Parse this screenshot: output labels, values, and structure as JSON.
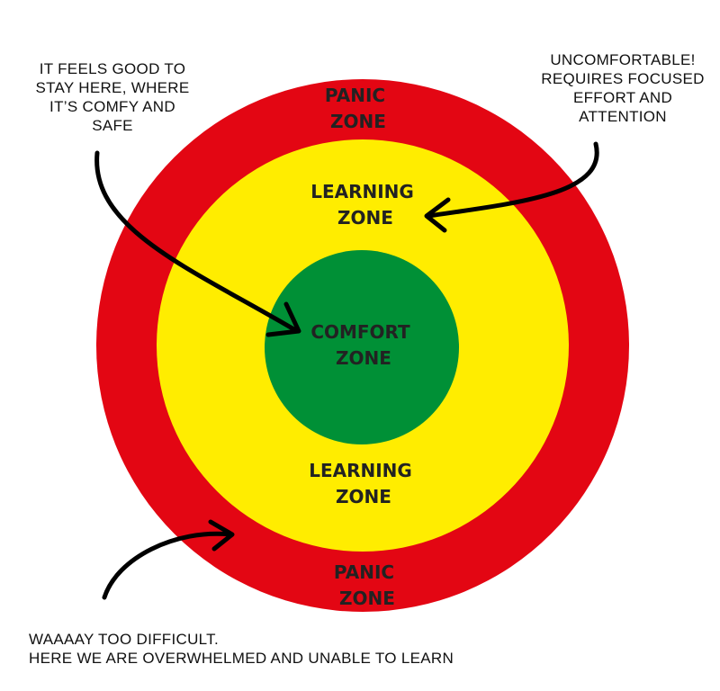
{
  "colors": {
    "panic": "#e30613",
    "learning": "#ffed00",
    "comfort": "#009036",
    "arrow": "#000000"
  },
  "zones": {
    "panic_top": [
      "PANIC",
      "ZONE"
    ],
    "learning_top": [
      "LEARNING",
      "ZONE"
    ],
    "comfort": [
      "COMFORT",
      "ZONE"
    ],
    "learning_bottom": [
      "LEARNING",
      "ZONE"
    ],
    "panic_bottom": [
      "PANIC",
      "ZONE"
    ]
  },
  "annotations": {
    "comfort_note": [
      "IT FEELS GOOD TO",
      "STAY HERE, WHERE",
      "IT’S COMFY AND",
      "SAFE"
    ],
    "learning_note": [
      "UNCOMFORTABLE!",
      "REQUIRES FOCUSED",
      "EFFORT AND",
      "ATTENTION"
    ],
    "panic_note": [
      "WAAAAY TOO DIFFICULT.",
      "HERE WE ARE OVERWHELMED AND UNABLE TO LEARN"
    ]
  }
}
